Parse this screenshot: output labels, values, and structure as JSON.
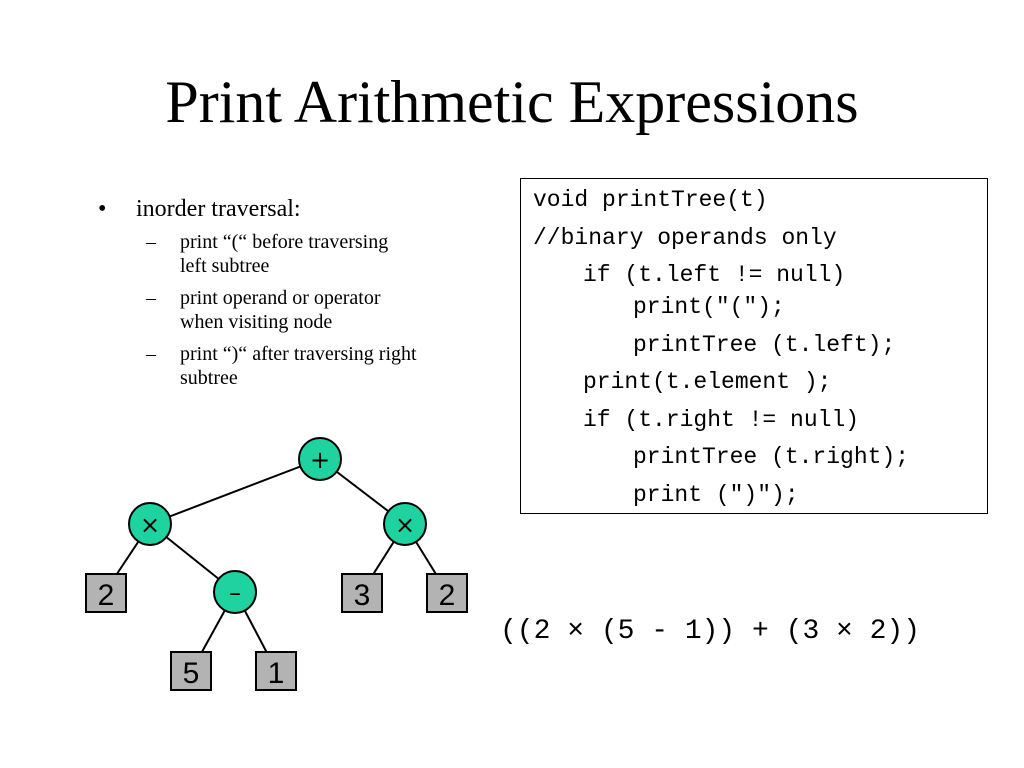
{
  "slide": {
    "title": "Print Arithmetic Expressions",
    "bullet": {
      "text": "inorder traversal:",
      "subitems": [
        {
          "line1": "print “(“ before traversing",
          "line2": "left subtree"
        },
        {
          "line1": "print operand or operator",
          "line2": "when visiting node"
        },
        {
          "line1": "print “)“ after traversing right",
          "line2": "subtree"
        }
      ]
    },
    "code": [
      "void printTree(t)",
      "//binary operands only",
      "if (t.left != null)",
      "print(\"(\");",
      "printTree (t.left);",
      "print(t.element );",
      "if (t.right != null)",
      "printTree (t.right);",
      "print (\")\");"
    ],
    "tree": {
      "root": "+",
      "left_op": "×",
      "right_op": "×",
      "minus": "–",
      "leaf_2a": "2",
      "leaf_5": "5",
      "leaf_1": "1",
      "leaf_3": "3",
      "leaf_2b": "2"
    },
    "result": "((2 × (5 - 1)) + (3 × 2))",
    "colors": {
      "operator_fill": "#1ed3a0",
      "leaf_fill": "#b3b3b3"
    }
  }
}
